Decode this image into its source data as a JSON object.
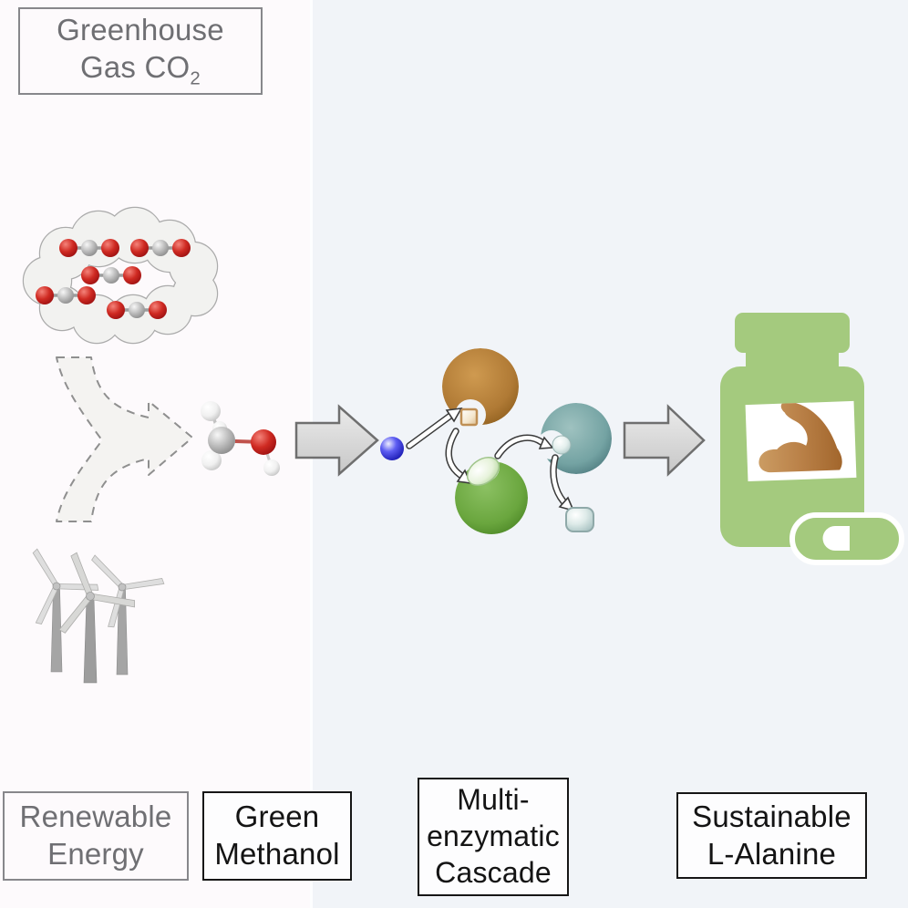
{
  "stage_labels": {
    "greenhouse_gas": {
      "line1": "Greenhouse",
      "line2": "Gas CO",
      "sub": "2"
    },
    "renewable_energy": {
      "line1": "Renewable",
      "line2": "Energy"
    },
    "green_methanol": {
      "line1": "Green",
      "line2": "Methanol"
    },
    "multi_enzymatic": {
      "line1": "Multi-",
      "line2": "enzymatic",
      "line3": "Cascade"
    },
    "sustainable_alanine": {
      "line1": "Sustainable",
      "line2": "L-Alanine"
    }
  },
  "counts": {
    "co2_molecules_in_cloud": 5,
    "wind_turbines": 3,
    "enzymes": 3,
    "solid_process_arrows": 2,
    "outlined_reaction_arrows": 4
  },
  "colors": {
    "left_panel_bg": "#fdfafc",
    "right_panel_bg": "#f1f4f8",
    "gray_text": "#6f6f73",
    "black_text": "#141414",
    "co2_red": "#c32420",
    "atom_gray": "#b0b0b0",
    "enzyme_orange": "#b07a35",
    "enzyme_green": "#6aa63e",
    "enzyme_teal": "#74a3a3",
    "cofactor_blue": "#2f2fd0",
    "bottle_green": "#a4ca7e",
    "muscle_brown": "#b5763c",
    "process_arrow_fill": "#d9d9d9",
    "process_arrow_stroke": "#6f6f6f"
  },
  "icons": [
    "co2-cloud-icon",
    "co2-molecule-icon",
    "merge-arrows-icon",
    "methanol-molecule-icon",
    "wind-turbines-icon",
    "process-arrow-icon",
    "cofactor-sphere-icon",
    "enzyme-orange-icon",
    "enzyme-green-icon",
    "enzyme-teal-icon",
    "substrate-square-icon",
    "intermediate-oval-icon",
    "intermediate-sphere-icon",
    "product-block-icon",
    "supplement-bottle-icon",
    "muscle-arm-icon",
    "capsule-pill-icon",
    "reaction-arrow-icon"
  ]
}
